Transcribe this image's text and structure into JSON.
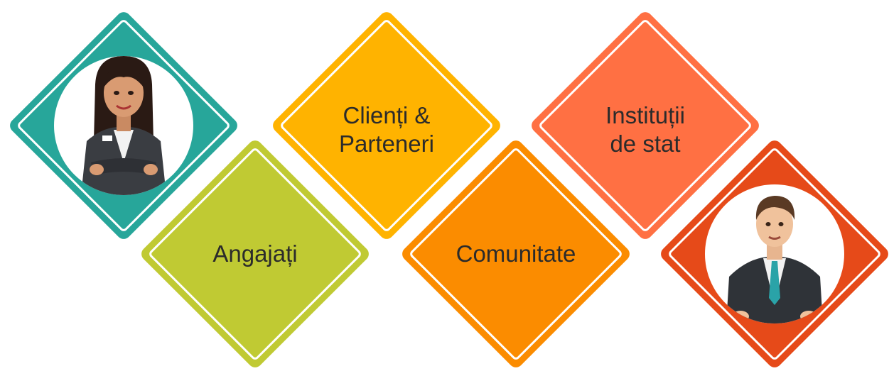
{
  "colors": {
    "teal": "#27A69A",
    "lime": "#C0CA33",
    "amber": "#FFB300",
    "orange": "#FB8C00",
    "coral": "#FF7043",
    "red_orange": "#E64A19"
  },
  "diagram": {
    "nodes": [
      {
        "id": "female-portrait",
        "icon": "businesswoman-icon"
      },
      {
        "id": "angajati",
        "label": "Angajați"
      },
      {
        "id": "clienti",
        "label": "Clienți &\nParteneri"
      },
      {
        "id": "comunitate",
        "label": "Comunitate"
      },
      {
        "id": "institutii",
        "label": "Instituții\nde stat"
      },
      {
        "id": "male-portrait",
        "icon": "businessman-icon"
      }
    ]
  }
}
